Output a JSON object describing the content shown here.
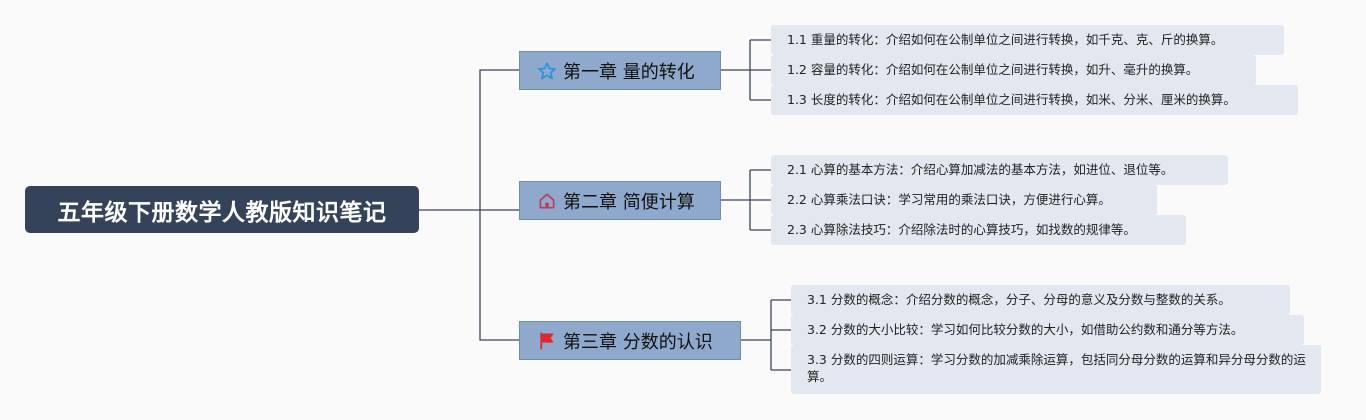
{
  "title": "五年级下册数学人教版知识笔记",
  "chapters": [
    {
      "label": "第一章 量的转化",
      "icon": "star-icon",
      "items": [
        "1.1 重量的转化：介绍如何在公制单位之间进行转换，如千克、克、斤的换算。",
        "1.2 容量的转化：介绍如何在公制单位之间进行转换，如升、毫升的换算。",
        "1.3 长度的转化：介绍如何在公制单位之间进行转换，如米、分米、厘米的换算。"
      ]
    },
    {
      "label": "第二章 简便计算",
      "icon": "home-icon",
      "items": [
        "2.1 心算的基本方法：介绍心算加减法的基本方法，如进位、退位等。",
        "2.2 心算乘法口诀：学习常用的乘法口诀，方便进行心算。",
        "2.3 心算除法技巧：介绍除法时的心算技巧，如找数的规律等。"
      ]
    },
    {
      "label": "第三章 分数的认识",
      "icon": "flag-icon",
      "items": [
        "3.1 分数的概念：介绍分数的概念，分子、分母的意义及分数与整数的关系。",
        "3.2 分数的大小比较：学习如何比较分数的大小，如借助公约数和通分等方法。",
        "3.3 分数的四则运算：学习分数的加减乘除运算，包括同分母分数的运算和异分母分数的运算。"
      ]
    }
  ],
  "colors": {
    "root_bg": "#34435a",
    "chapter_bg": "#8ea9cb",
    "leaf_bg": "#e3e8f0",
    "connector": "#3c4556",
    "star": "#2f8fe0",
    "home": "#c0395b",
    "flag": "#e3262b"
  }
}
